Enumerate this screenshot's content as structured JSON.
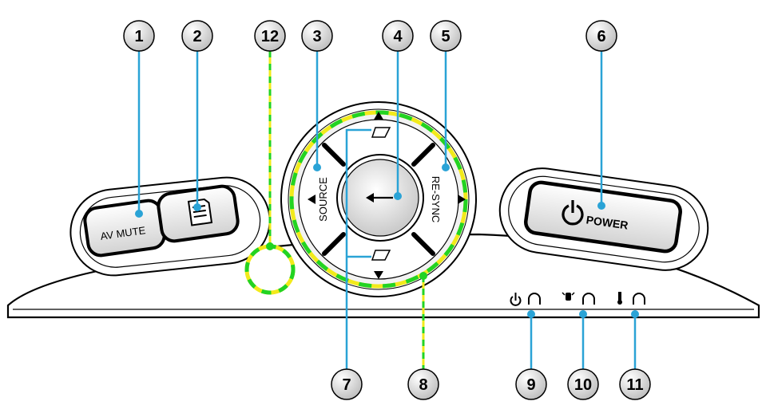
{
  "buttons": {
    "av_mute": "AV MUTE",
    "source": "SOURCE",
    "resync": "RE-SYNC",
    "power": "POWER"
  },
  "callouts": [
    "1",
    "2",
    "3",
    "4",
    "5",
    "6",
    "7",
    "8",
    "9",
    "10",
    "11",
    "12"
  ],
  "icons": {
    "menu": "menu-icon",
    "enter": "enter-arrow-icon",
    "power": "power-icon",
    "lamp": "lamp-icon",
    "temp": "temperature-icon",
    "keystone_up": "keystone-up-icon",
    "keystone_down": "keystone-down-icon"
  },
  "colors": {
    "callout_fill": "#d9d9d9",
    "leader_line": "#2aa3d6",
    "highlight_green": "#22d322",
    "highlight_yellow": "#f2ea1b",
    "outline": "#000000"
  }
}
